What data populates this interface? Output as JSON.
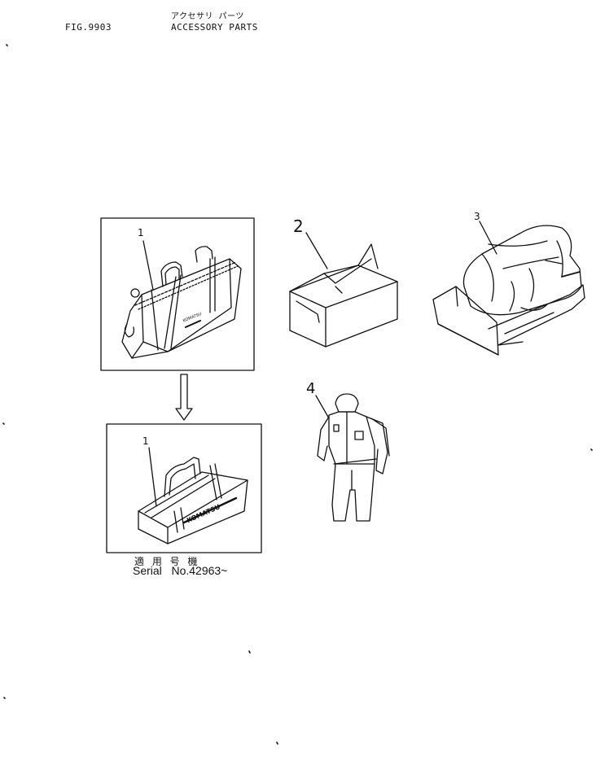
{
  "header": {
    "figure_number": "FIG.9903",
    "title_jp": "アクセサリ パーツ",
    "title_en": "ACCESSORY PARTS"
  },
  "callouts": {
    "top_toolbag": "1",
    "bottom_toolbag": "1",
    "carton_box": "2",
    "machine_cover": "3",
    "coverall": "4"
  },
  "serial_note": {
    "label_jp": "適 用 号 機",
    "label_en": "Serial   No.42963~"
  },
  "bag_brand": "KOMATSU"
}
